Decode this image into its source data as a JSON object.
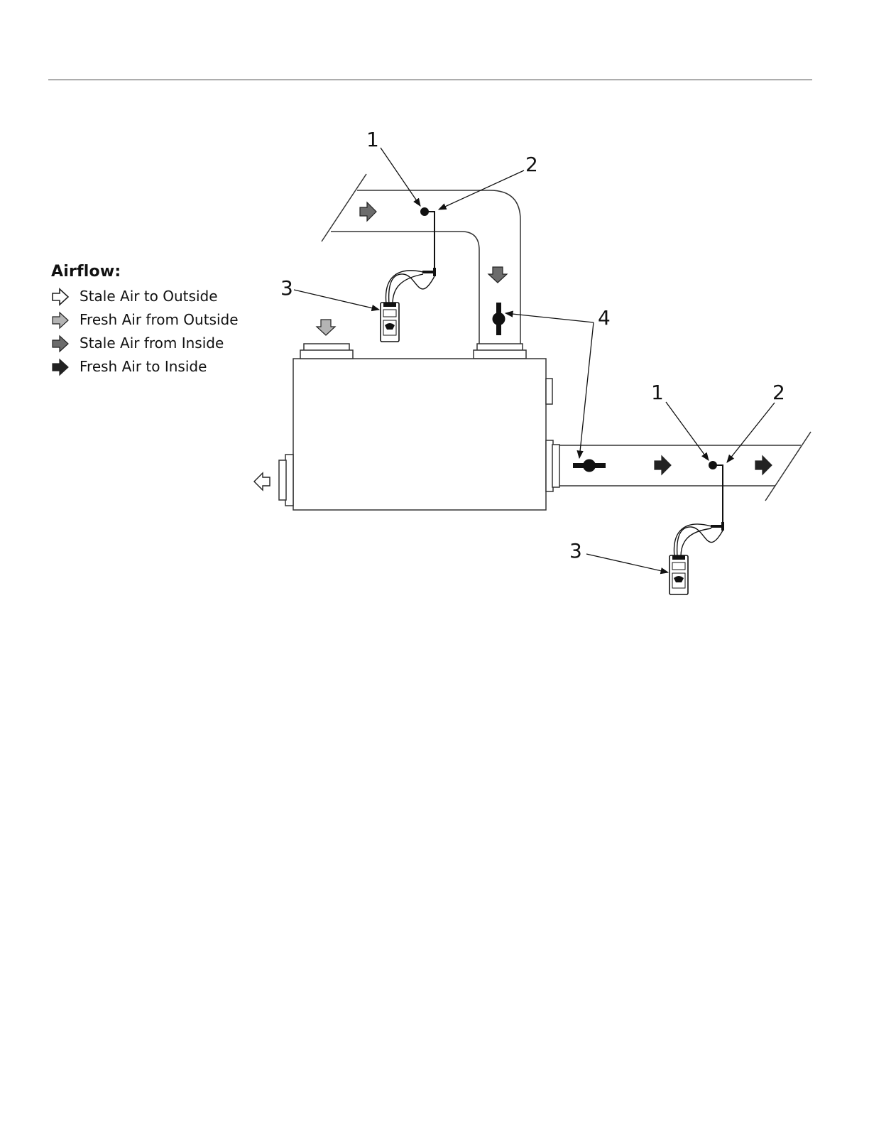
{
  "legend": {
    "title": "Airflow:",
    "items": [
      {
        "label": "Stale Air to Outside",
        "icon": "outline-arrow-icon",
        "fill": "#ffffff"
      },
      {
        "label": "Fresh Air from Outside",
        "icon": "light-gray-arrow-icon",
        "fill": "#b4b4b4"
      },
      {
        "label": "Stale Air from Inside",
        "icon": "dark-gray-arrow-icon",
        "fill": "#6c6c6c"
      },
      {
        "label": "Fresh Air to Inside",
        "icon": "black-arrow-icon",
        "fill": "#222222"
      }
    ]
  },
  "callouts": {
    "upper_probe": "1",
    "upper_tube": "2",
    "upper_gauge": "3",
    "dampers": "4",
    "lower_probe": "1",
    "lower_tube": "2",
    "lower_gauge": "3"
  }
}
